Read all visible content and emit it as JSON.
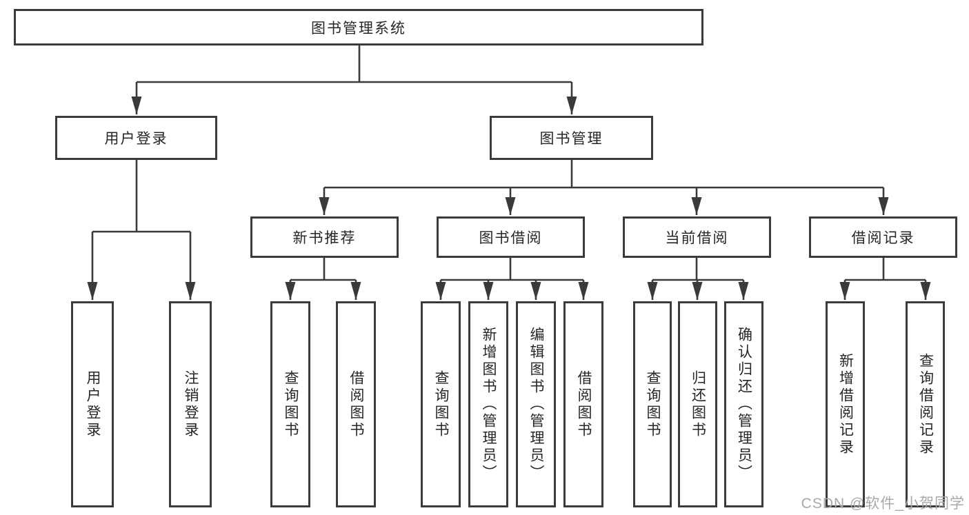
{
  "diagram": {
    "root_label": "图书管理系统",
    "level2": [
      {
        "label": "用户登录",
        "children": [
          "用户登录",
          "注销登录"
        ]
      },
      {
        "label": "图书管理"
      }
    ],
    "modules": [
      {
        "label": "新书推荐",
        "children": [
          "查询图书",
          "借阅图书"
        ]
      },
      {
        "label": "图书借阅",
        "children": [
          "查询图书",
          "新增图书（管理员）",
          "编辑图书（管理员）",
          "借阅图书"
        ]
      },
      {
        "label": "当前借阅",
        "children": [
          "查询图书",
          "归还图书",
          "确认归还（管理员）"
        ]
      },
      {
        "label": "借阅记录",
        "children": [
          "新增借阅记录",
          "查询借阅记录"
        ]
      }
    ]
  },
  "watermark": {
    "text": "CSDN @软件_小贺同学"
  },
  "colors": {
    "line": "#3a3a3a",
    "text": "#262626",
    "watermark_text": "#a8a8a8",
    "background": "#ffffff"
  }
}
